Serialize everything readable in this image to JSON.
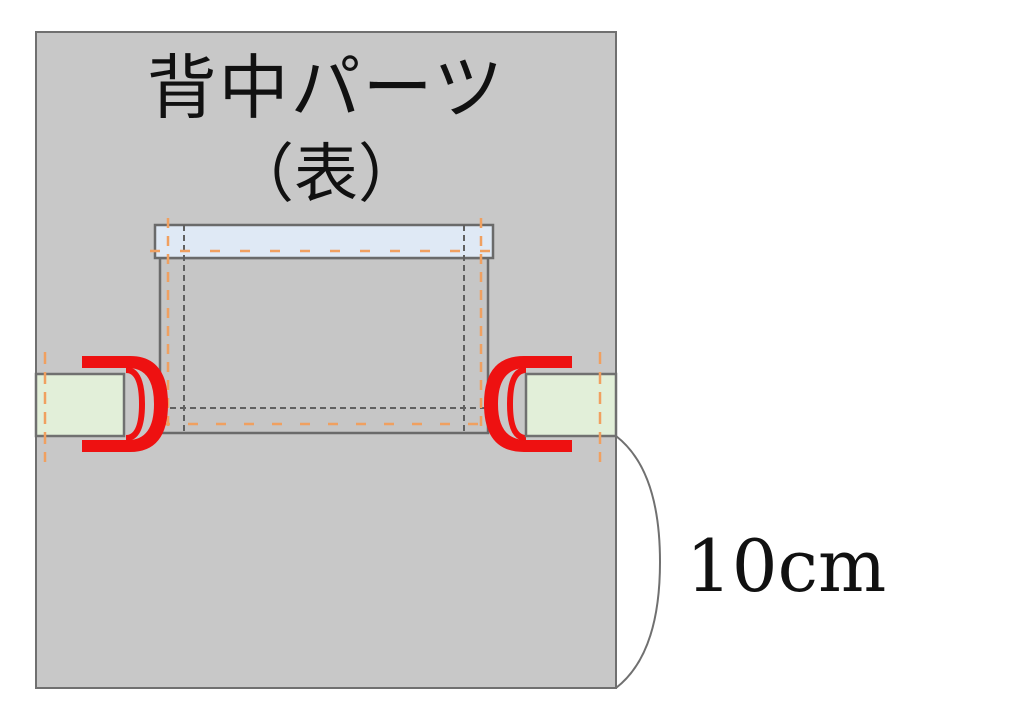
{
  "diagram": {
    "title_line1": "背中パーツ",
    "title_line2": "（表）",
    "measurement": {
      "label": "10cm",
      "description": "distance from bottom of side tabs to bottom edge of panel"
    },
    "colors": {
      "panel_fill": "#c8c8c8",
      "panel_stroke": "#707070",
      "top_band_fill": "#dfe9f5",
      "tab_fill": "#e2efd9",
      "ring_color": "#ee1111",
      "stitch_orange": "#f0a060",
      "stitch_gray": "#606060",
      "text": "#111111"
    },
    "parts": {
      "panel": "back panel (outer side)",
      "pocket": "center pocket with top band",
      "left_tab": "left strap tab with D-ring",
      "right_tab": "right strap tab with D-ring"
    }
  }
}
